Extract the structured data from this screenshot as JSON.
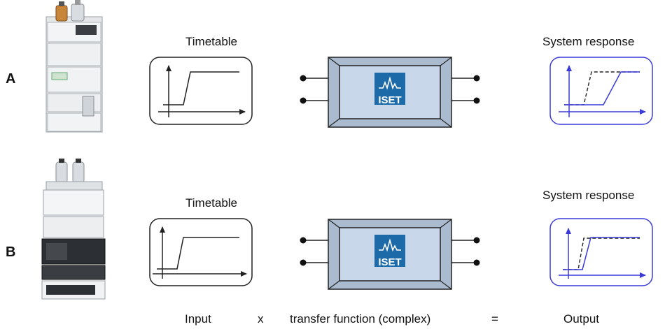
{
  "rows": [
    {
      "id": "A",
      "timetable_label": "Timetable",
      "response_label": "System response"
    },
    {
      "id": "B",
      "timetable_label": "Timetable",
      "response_label": "System response"
    }
  ],
  "logo_text": "ISET",
  "equation": {
    "input": "Input",
    "times": "x",
    "transfer": "transfer function (complex)",
    "equals": "=",
    "output": "Output"
  },
  "icons": [
    "hplc-stack-a-image",
    "hplc-stack-b-image",
    "iset-logo-icon",
    "connector-dot-icon"
  ],
  "colors": {
    "input_frame": "#222222",
    "response_frame": "#3a3ad8",
    "response_curve": "#3a3ad8",
    "box_outer": "#aabbd0",
    "box_inner": "#c8d8ea",
    "logo_bg": "#1d6aa8"
  }
}
